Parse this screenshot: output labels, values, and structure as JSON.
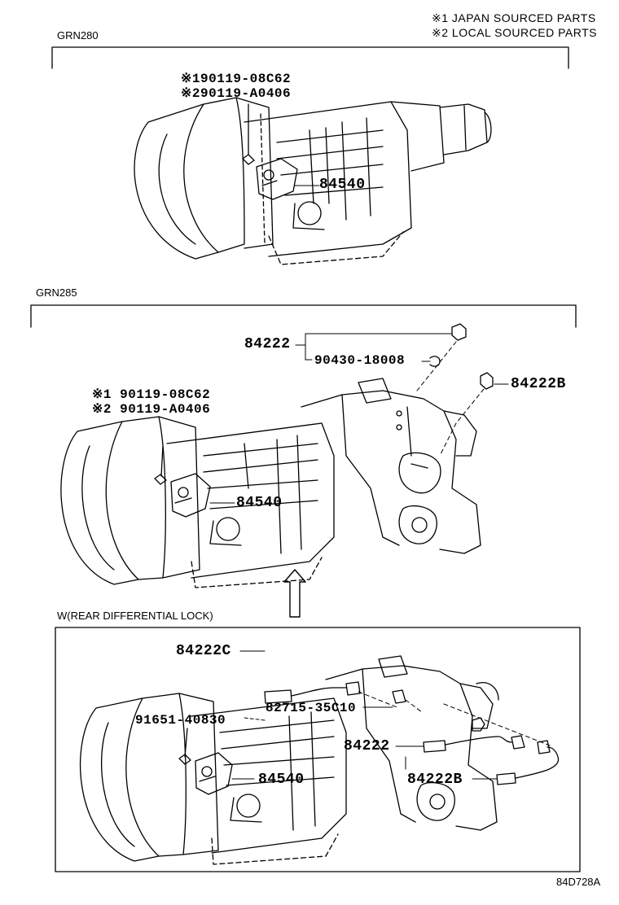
{
  "legend": {
    "note1": "※1 JAPAN SOURCED PARTS",
    "note2": "※2 LOCAL SOURCED PARTS"
  },
  "sections": {
    "grn280": {
      "title": "GRN280",
      "bolt_japan": "※190119-08C62",
      "bolt_local": "※290119-A0406",
      "switch": "84540"
    },
    "grn285": {
      "title": "GRN285",
      "sensor_a": "84222",
      "gasket": "90430-18008",
      "sensor_b": "84222B",
      "bolt_japan": "※1 90119-08C62",
      "bolt_local": "※2 90119-A0406",
      "switch": "84540"
    },
    "rear_diff": {
      "title": "W(REAR DIFFERENTIAL LOCK)",
      "sensor_c": "84222C",
      "bolt": "91651-40830",
      "clip": "82715-35C10",
      "sensor_a": "84222",
      "switch": "84540",
      "sensor_b": "84222B"
    }
  },
  "figure_code": "84D728A"
}
